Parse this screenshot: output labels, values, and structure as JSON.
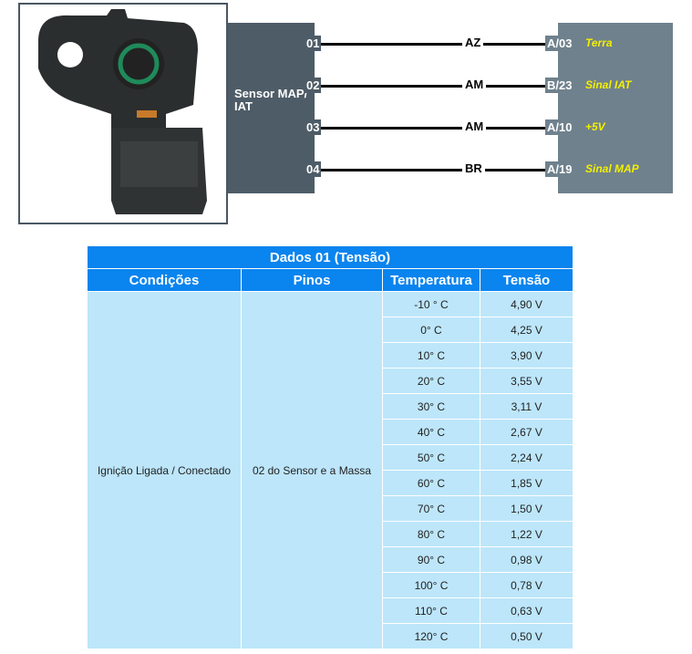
{
  "diagram": {
    "sensor_label": "Sensor MAP/ IAT",
    "wires": [
      {
        "pin": "01",
        "color": "AZ",
        "ecu_pin": "A/03",
        "signal": "Terra"
      },
      {
        "pin": "02",
        "color": "AM",
        "ecu_pin": "B/23",
        "signal": "Sinal IAT"
      },
      {
        "pin": "03",
        "color": "AM",
        "ecu_pin": "A/10",
        "signal": "+5V"
      },
      {
        "pin": "04",
        "color": "BR",
        "ecu_pin": "A/19",
        "signal": "Sinal MAP"
      }
    ]
  },
  "table": {
    "title": "Dados 01 (Tensão)",
    "headers": [
      "Condições",
      "Pinos",
      "Temperatura",
      "Tensão"
    ],
    "condition": "Ignição Ligada / Conectado",
    "pins": "02 do Sensor e a Massa",
    "rows": [
      {
        "temp": "-10 ° C",
        "volt": "4,90 V"
      },
      {
        "temp": "0° C",
        "volt": "4,25 V"
      },
      {
        "temp": "10° C",
        "volt": "3,90 V"
      },
      {
        "temp": "20° C",
        "volt": "3,55 V"
      },
      {
        "temp": "30° C",
        "volt": "3,11 V"
      },
      {
        "temp": "40° C",
        "volt": "2,67 V"
      },
      {
        "temp": "50° C",
        "volt": "2,24 V"
      },
      {
        "temp": "60° C",
        "volt": "1,85 V"
      },
      {
        "temp": "70° C",
        "volt": "1,50 V"
      },
      {
        "temp": "80° C",
        "volt": "1,22 V"
      },
      {
        "temp": "90° C",
        "volt": "0,98 V"
      },
      {
        "temp": "100° C",
        "volt": "0,78 V"
      },
      {
        "temp": "110° C",
        "volt": "0,63 V"
      },
      {
        "temp": "120° C",
        "volt": "0,50 V"
      }
    ]
  }
}
